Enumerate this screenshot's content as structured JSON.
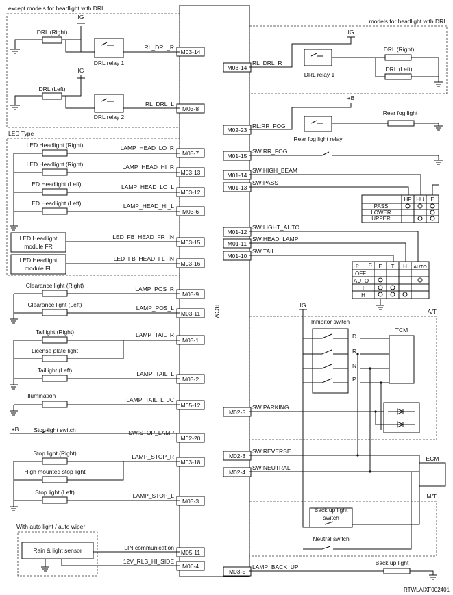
{
  "ecu": {
    "name": "BCM"
  },
  "regions": {
    "no_drl": "except models for headlight with DRL",
    "drl": "models for headlight with DRL",
    "led": "LED Type",
    "at": "A/T",
    "mt": "M/T",
    "auto_light": "With auto light / auto wiper"
  },
  "power": {
    "ig": "IG",
    "b": "+B"
  },
  "left_pins": [
    {
      "pin": "M03-14",
      "signal": "RL_DRL_R"
    },
    {
      "pin": "M03-8",
      "signal": "RL_DRL_L"
    },
    {
      "pin": "M03-7",
      "signal": "LAMP_HEAD_LO_R"
    },
    {
      "pin": "M03-13",
      "signal": "LAMP_HEAD_HI_R"
    },
    {
      "pin": "M03-12",
      "signal": "LAMP_HEAD_LO_L"
    },
    {
      "pin": "M03-6",
      "signal": "LAMP_HEAD_HI_L"
    },
    {
      "pin": "M03-15",
      "signal": "LED_FB_HEAD_FR_IN"
    },
    {
      "pin": "M03-16",
      "signal": "LED_FB_HEAD_FL_IN"
    },
    {
      "pin": "M03-9",
      "signal": "LAMP_POS_R"
    },
    {
      "pin": "M03-11",
      "signal": "LAMP_POS_L"
    },
    {
      "pin": "M03-1",
      "signal": "LAMP_TAIL_R"
    },
    {
      "pin": "M03-2",
      "signal": "LAMP_TAIL_L"
    },
    {
      "pin": "M05-12",
      "signal": "LAMP_TAIL_L_JC"
    },
    {
      "pin": "M02-20",
      "signal": "SW:STOP_LAMP"
    },
    {
      "pin": "M03-18",
      "signal": "LAMP_STOP_R"
    },
    {
      "pin": "M03-3",
      "signal": "LAMP_STOP_L"
    },
    {
      "pin": "M05-11",
      "signal": "LIN communication"
    },
    {
      "pin": "M06-4",
      "signal": "12V_RLS_HI_SIDE"
    }
  ],
  "right_pins": [
    {
      "pin": "M03-14",
      "signal": "RL_DRL_R"
    },
    {
      "pin": "M02-23",
      "signal": "RL:RR_FOG"
    },
    {
      "pin": "M01-15",
      "signal": "SW:RR_FOG"
    },
    {
      "pin": "M01-14",
      "signal": "SW:HIGH_BEAM"
    },
    {
      "pin": "M01-13",
      "signal": "SW:PASS"
    },
    {
      "pin": "M01-12",
      "signal": "SW:LIGHT_AUTO"
    },
    {
      "pin": "M01-11",
      "signal": "SW:HEAD_LAMP"
    },
    {
      "pin": "M01-10",
      "signal": "SW:TAIL"
    },
    {
      "pin": "M02-5",
      "signal": "SW:PARKING"
    },
    {
      "pin": "M02-3",
      "signal": "SW:REVERSE"
    },
    {
      "pin": "M02-4",
      "signal": "SW:NEUTRAL"
    },
    {
      "pin": "M03-5",
      "signal": "LAMP_BACK_UP"
    }
  ],
  "components": {
    "drl_right": "DRL (Right)",
    "drl_left": "DRL (Left)",
    "drl_relay_1": "DRL relay 1",
    "drl_relay_2": "DRL relay 2",
    "rear_fog_light": "Rear fog light",
    "rear_fog_relay": "Rear fog light relay",
    "led_head_lo_r": "LED Headlight (Right)",
    "led_head_hi_r": "LED Headlight (Right)",
    "led_head_lo_l": "LED Headlight (Left)",
    "led_head_hi_l": "LED Headlight (Left)",
    "led_module_fr_1": "LED Headlight",
    "led_module_fr_2": "module FR",
    "led_module_fl_1": "LED Headlight",
    "led_module_fl_2": "module FL",
    "clearance_r": "Clearance light (Right)",
    "clearance_l": "Clearance light (Left)",
    "taillight_r": "Taillight (Right)",
    "license": "License plate light",
    "taillight_l": "Taillight (Left)",
    "illumination": "illumination",
    "stop_switch": "Stop light switch",
    "stop_r": "Stop light (Right)",
    "high_mount": "High mounted stop light",
    "stop_l": "Stop light (Left)",
    "rls": "Rain & light sensor",
    "inhibitor": "Inhibitor switch",
    "tcm": "TCM",
    "ecm": "ECM",
    "backup_switch_1": "Back up light",
    "backup_switch_2": "switch",
    "neutral_switch": "Neutral switch",
    "backup_light": "Back up light"
  },
  "pass_table": {
    "headers": [
      "HP",
      "HU",
      "E"
    ],
    "rows": [
      "PASS",
      "LOWER",
      "UPPER"
    ]
  },
  "light_table": {
    "headers": [
      "E",
      "T",
      "H",
      "AUTO"
    ],
    "corner": "P",
    "corner2": "C",
    "rows": [
      "OFF",
      "AUTO",
      "T",
      "H"
    ]
  },
  "inhibitor_positions": [
    "D",
    "R",
    "N",
    "P"
  ],
  "footer_code": "RTWLAIXF002401"
}
